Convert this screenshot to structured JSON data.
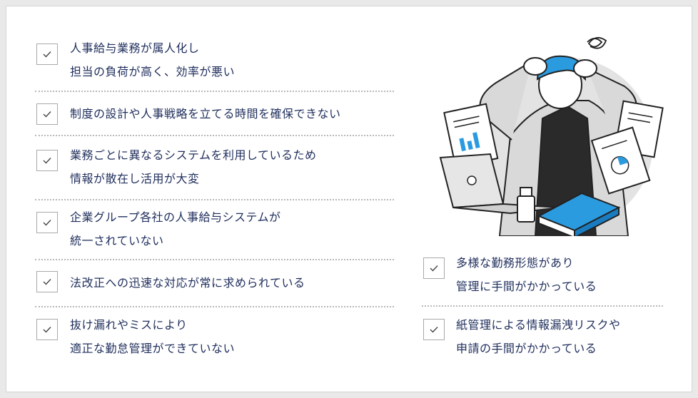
{
  "left_items": [
    {
      "lines": [
        "人事給与業務が属人化し",
        "担当の負荷が高く、効率が悪い"
      ]
    },
    {
      "lines": [
        "制度の設計や人事戦略を立てる時間を確保できない"
      ]
    },
    {
      "lines": [
        "業務ごとに異なるシステムを利用しているため",
        "情報が散在し活用が大変"
      ]
    },
    {
      "lines": [
        "企業グループ各社の人事給与システムが",
        "統一されていない"
      ]
    },
    {
      "lines": [
        "法改正への迅速な対応が常に求められている"
      ]
    },
    {
      "lines": [
        "抜け漏れやミスにより",
        "適正な勤怠管理ができていない"
      ]
    }
  ],
  "right_items": [
    {
      "lines": [
        "多様な勤務形態があり",
        "管理に手間がかかっている"
      ]
    },
    {
      "lines": [
        "紙管理による情報漏洩リスクや",
        "申請の手間がかかっている"
      ]
    }
  ],
  "colors": {
    "text": "#1f2e5c",
    "accent": "#2b9be0",
    "checkbox_border": "#a9a9a9"
  },
  "icons": {
    "check": "checkmark-icon"
  }
}
